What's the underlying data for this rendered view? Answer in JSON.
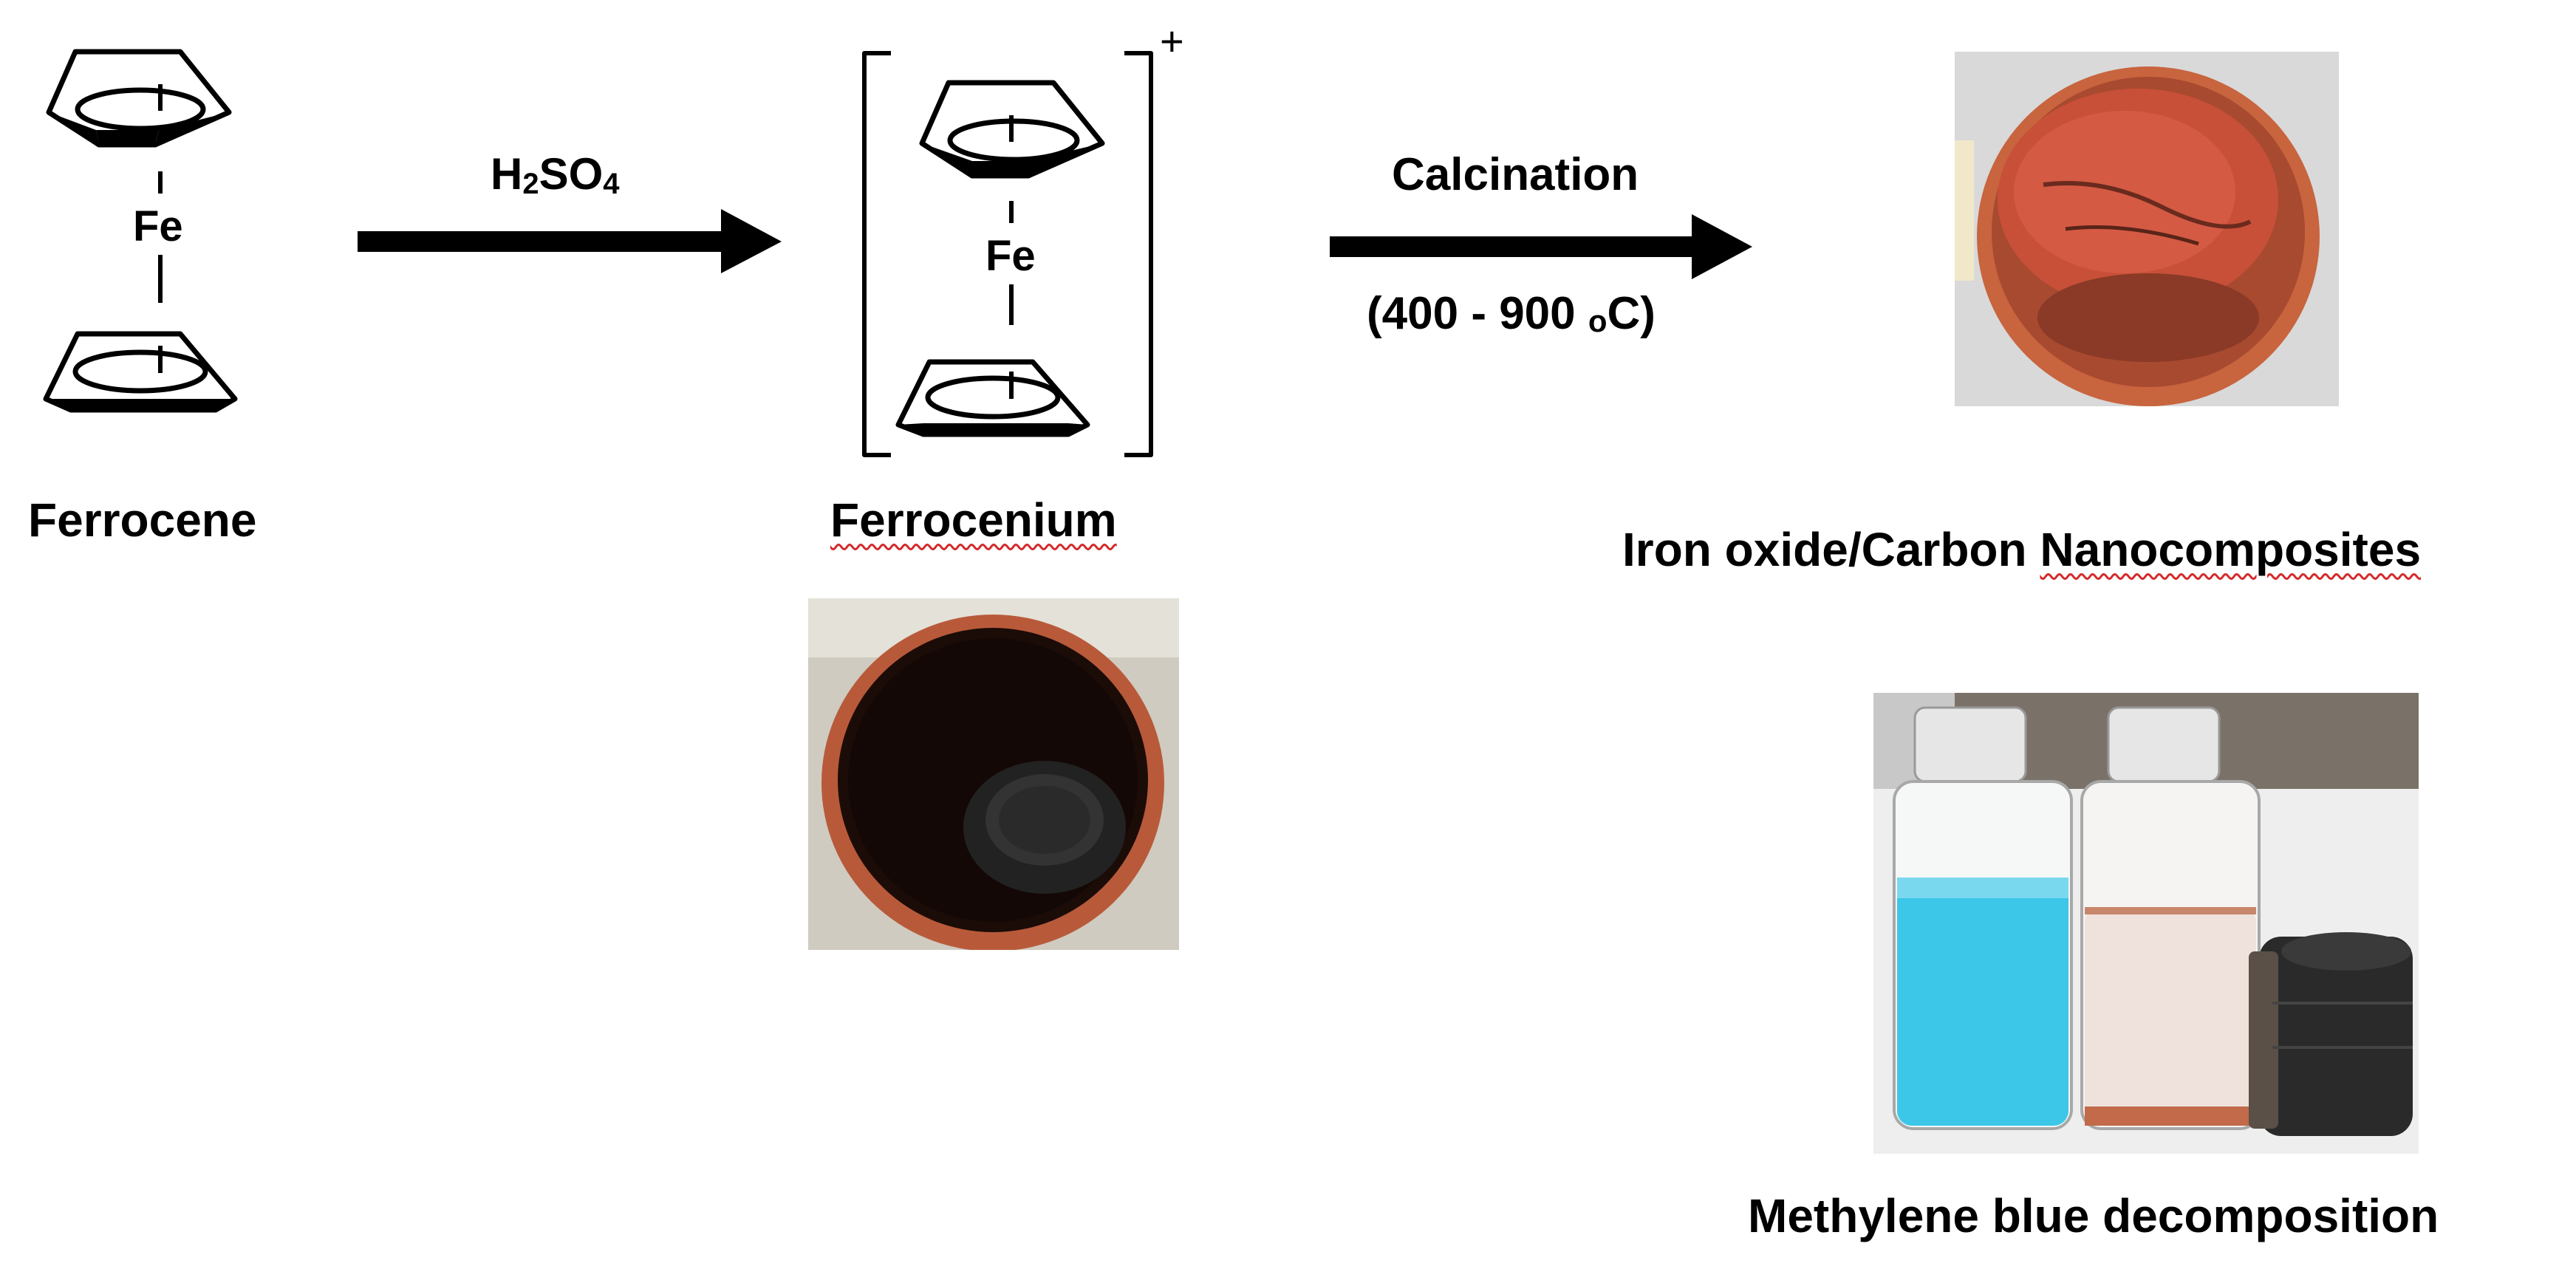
{
  "compounds": {
    "ferrocene": {
      "name": "Ferrocene",
      "metal": "Fe"
    },
    "ferrocenium": {
      "name": "Ferrocenium",
      "metal": "Fe",
      "charge": "+"
    },
    "product": {
      "name": "Iron oxide/Carbon ",
      "name_tail": "Nanocomposites"
    }
  },
  "steps": {
    "step1": {
      "reagent_main": "H",
      "reagent_sub1": "2",
      "reagent_mid": "SO",
      "reagent_sub2": "4"
    },
    "step2": {
      "label": "Calcination",
      "condition_pre": "(400 - 900 ",
      "condition_sup": "o",
      "condition_post": "C)"
    }
  },
  "application": {
    "caption": "Methylene blue decomposition"
  },
  "colors": {
    "arrow": "#000000",
    "rust_powder": "#c8503a",
    "crucible_orange": "#c8643e",
    "methylene_blue": "#3cc6e8",
    "magnet": "#2a2a2a"
  }
}
